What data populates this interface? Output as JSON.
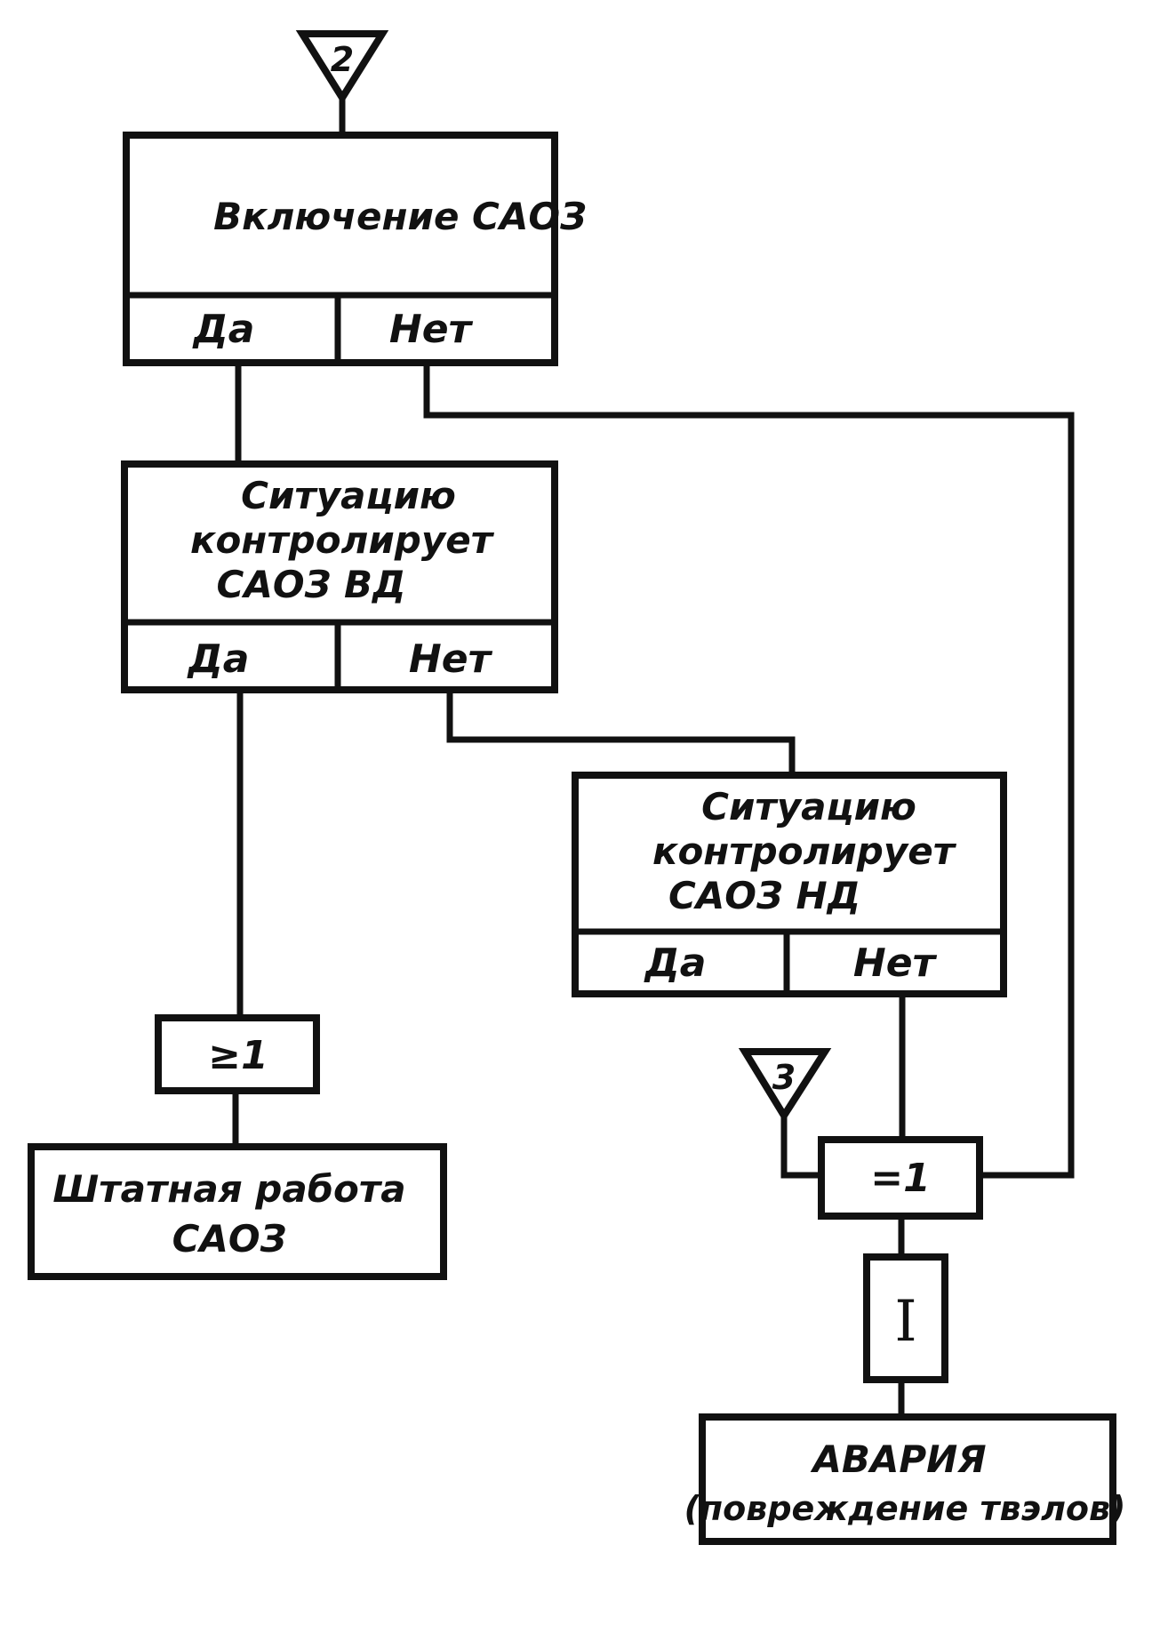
{
  "connectors": {
    "entry": "2",
    "side": "3"
  },
  "blocks": {
    "enable": {
      "text": "Включение САОЗ",
      "yes": "Да",
      "no": "Нет"
    },
    "hp": {
      "lines": [
        "Ситуацию",
        "контролирует",
        "САОЗ ВД"
      ],
      "yes": "Да",
      "no": "Нет"
    },
    "lp": {
      "lines": [
        "Ситуацию",
        "контролирует",
        "САОЗ НД"
      ],
      "yes": "Да",
      "no": "Нет"
    }
  },
  "gates": {
    "or": "≥1",
    "xor": "=1",
    "marker": "I"
  },
  "outcomes": {
    "normal": [
      "Штатная  работа",
      "САОЗ"
    ],
    "accident": [
      "АВАРИЯ",
      "(повреждение твэлов)"
    ]
  }
}
